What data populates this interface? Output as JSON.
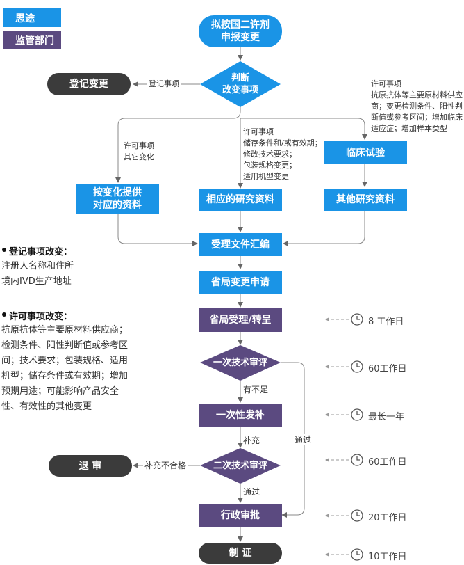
{
  "legend": {
    "blue": "思途",
    "purple": "监管部门"
  },
  "colors": {
    "blue": "#1a94e6",
    "purple": "#5b4a80",
    "dark": "#3b3b3b"
  },
  "nodes": {
    "start": "拟按国二许剂\n申报变更",
    "judge": "判断\n改变事项",
    "register_change": "登记变更",
    "clinical": "临床试验",
    "by_change": "按变化提供\n对应的资料",
    "research": "相应的研究资料",
    "other_research": "其他研究资料",
    "accept": "受理文件汇编",
    "apply": "省局变更申请",
    "prov_accept": "省局受理/转呈",
    "review1": "一次技术审评",
    "supplement": "一次性发补",
    "review2": "二次技术审评",
    "approve": "行政审批",
    "reject": "退 审",
    "certificate": "制 证"
  },
  "edge_labels": {
    "register_item": "登记事项",
    "permit_other": "许可事项\n其它变化",
    "permit_storage": "许可事项\n储存条件和/或有效期；\n修改技术要求；\n包装规格变更；\n适用机型变更",
    "permit_clinical": "许可事项\n抗原抗体等主要原材料供应\n商；变更检测条件、阳性判\n断值或参考区间；增加临床\n适应症；增加样本类型",
    "insufficient": "有不足",
    "supplement": "补充",
    "pass_right": "通过",
    "fail_supplement": "补充不合格",
    "pass": "通过"
  },
  "sidebar": {
    "register_title": "登记事项改变：",
    "register_items": [
      "注册人名称和住所",
      "境内IVD生产地址"
    ],
    "permit_title": "许可事项改变：",
    "permit_lines": [
      "抗原抗体等主要原材料供应商；",
      "检测条件、阳性判断值或参考区",
      "间；技术要求；包装规格、适用",
      "机型；储存条件或有效期；增加",
      "预期用途；可能影响产品安全",
      "性、有效性的其他变更"
    ]
  },
  "timeline": [
    "8 工作日",
    "60工作日",
    "最长一年",
    "60工作日",
    "20工作日",
    "10工作日"
  ],
  "icons": [
    "clock-icon"
  ]
}
